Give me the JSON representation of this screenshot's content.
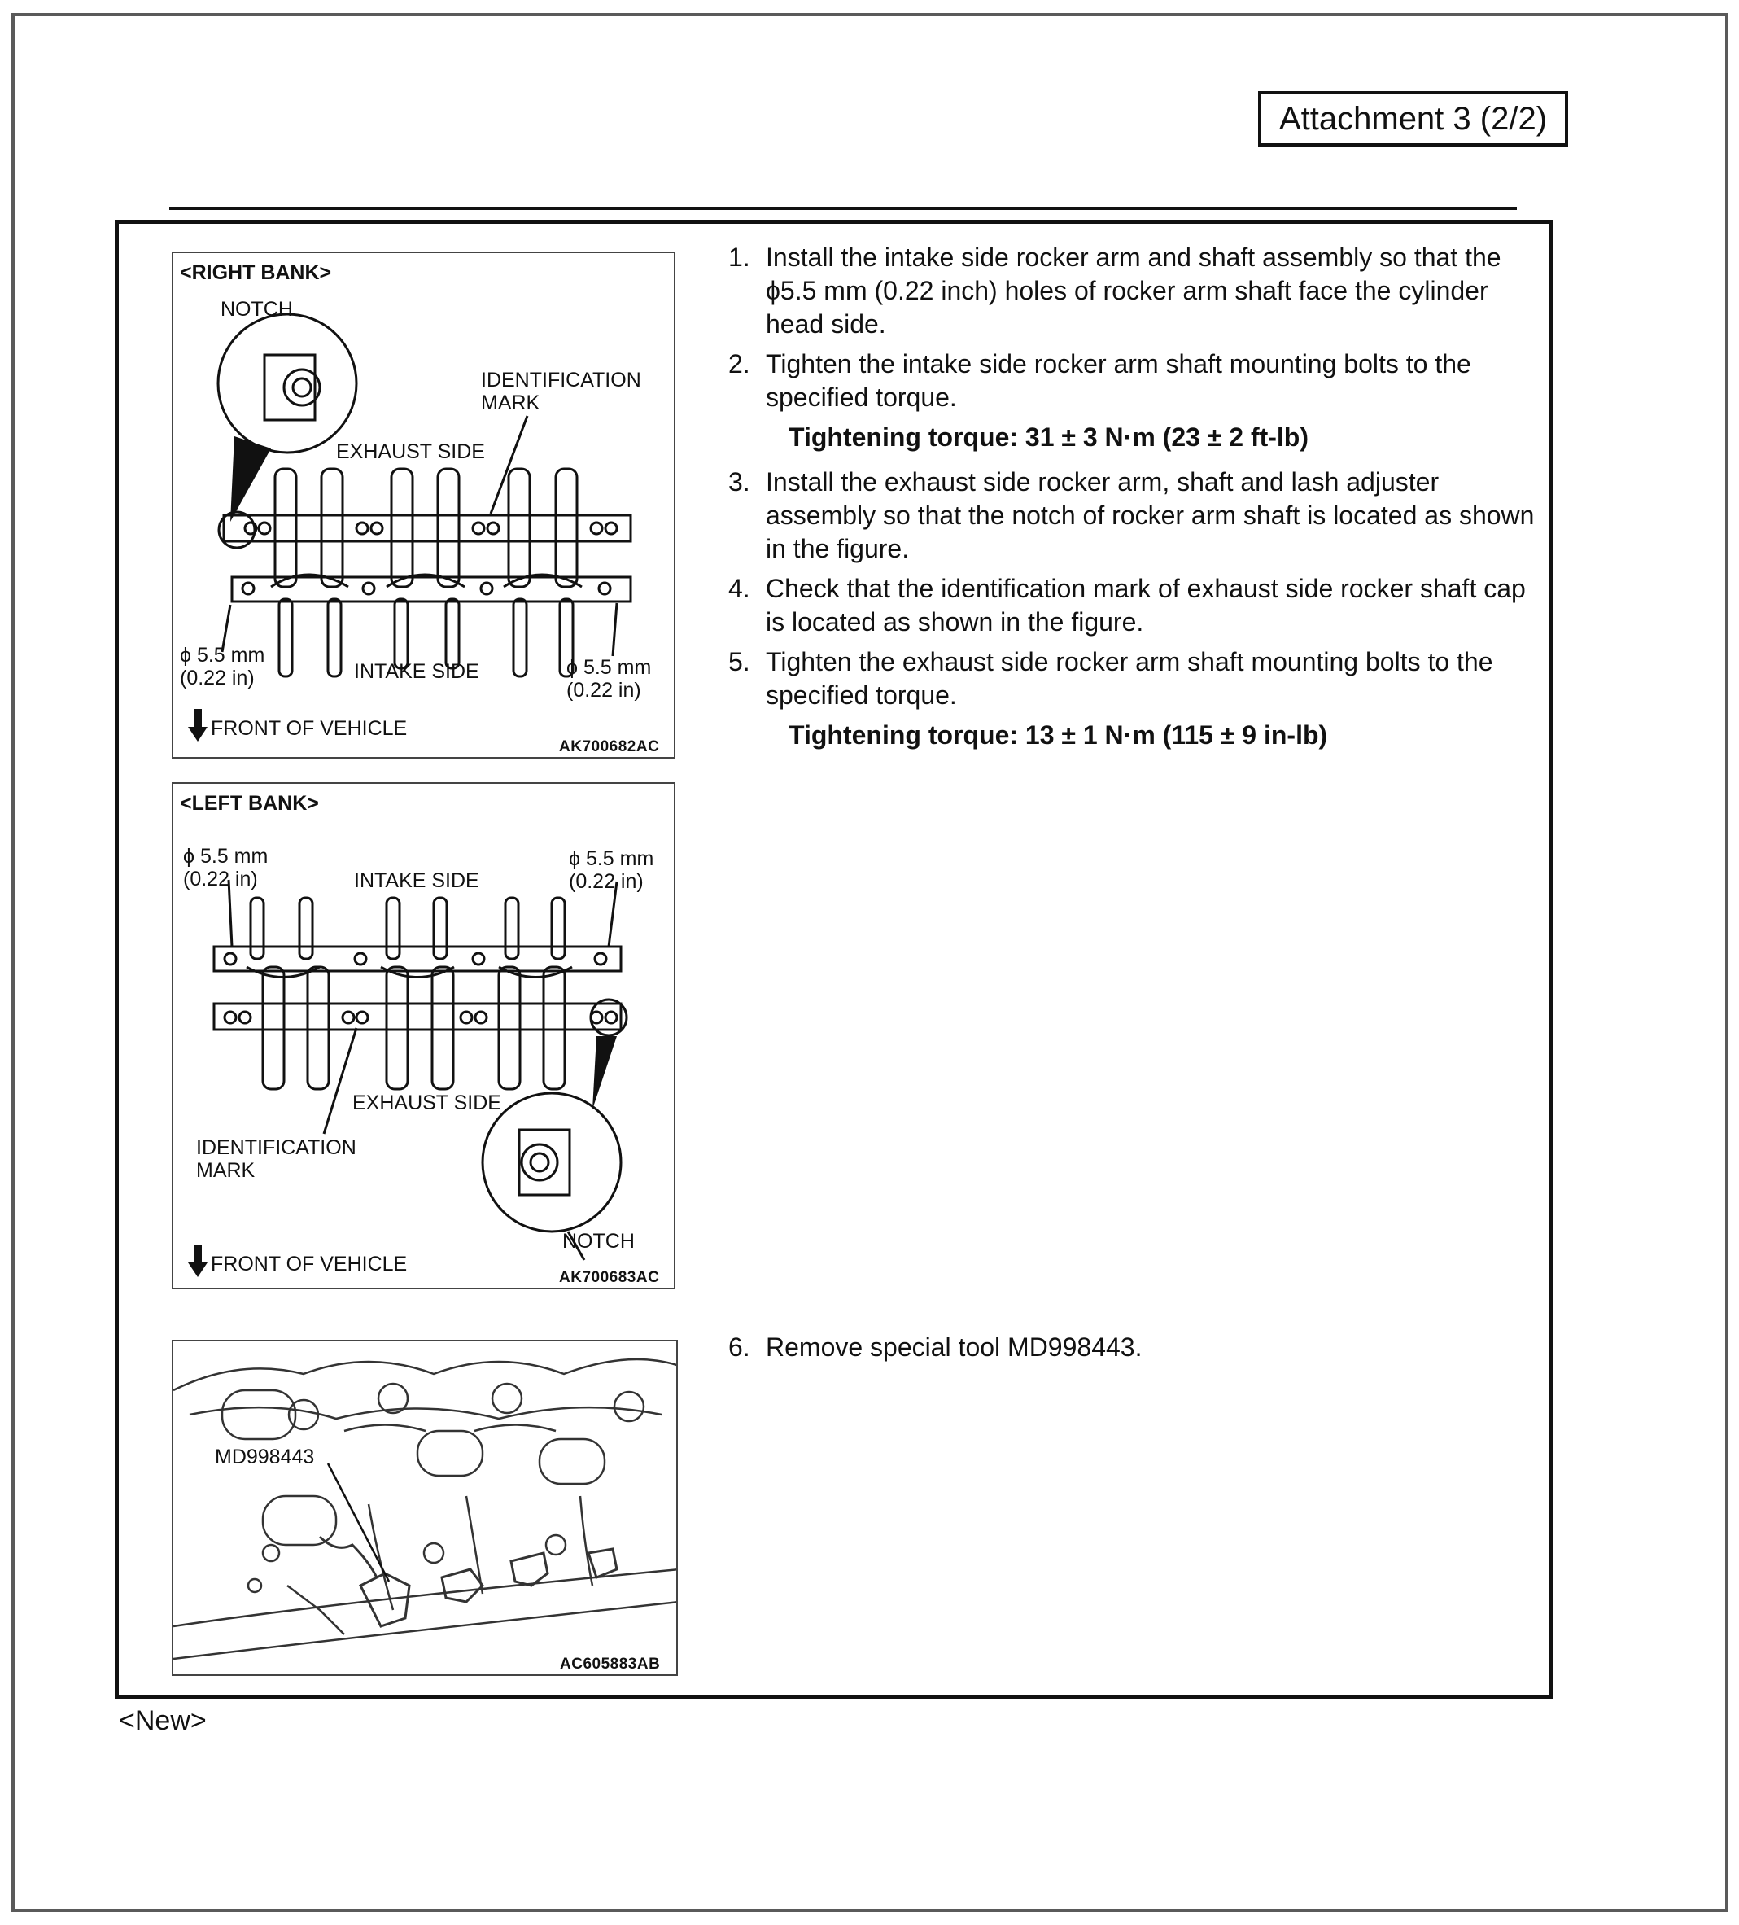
{
  "header": {
    "attachment_label": "Attachment 3 (2/2)"
  },
  "figures": {
    "right_bank": {
      "title": "<RIGHT BANK>",
      "notch": "NOTCH",
      "identification_mark": "IDENTIFICATION\nMARK",
      "exhaust_side": "EXHAUST SIDE",
      "intake_side": "INTAKE SIDE",
      "hole_left": "ϕ 5.5 mm\n(0.22 in)",
      "hole_right": "ϕ 5.5 mm\n(0.22 in)",
      "front": "FRONT OF VEHICLE",
      "code": "AK700682AC"
    },
    "left_bank": {
      "title": "<LEFT BANK>",
      "hole_left": "ϕ 5.5 mm\n(0.22 in)",
      "hole_right": "ϕ 5.5 mm\n(0.22 in)",
      "intake_side": "INTAKE SIDE",
      "exhaust_side": "EXHAUST SIDE",
      "identification_mark": "IDENTIFICATION\nMARK",
      "notch": "NOTCH",
      "front": "FRONT OF VEHICLE",
      "code": "AK700683AC"
    },
    "tool": {
      "tool_label": "MD998443",
      "code": "AC605883AB"
    }
  },
  "steps": [
    {
      "number": "1.",
      "text": "Install the intake side rocker arm and shaft assembly so that the ϕ5.5 mm (0.22 inch) holes of rocker arm shaft face the cylinder head side."
    },
    {
      "number": "2.",
      "text": "Tighten the intake side rocker arm shaft mounting bolts to the specified torque.",
      "torque": "Tightening torque: 31 ± 3 N·m (23 ± 2 ft-lb)"
    },
    {
      "number": "3.",
      "text": "Install the exhaust side rocker arm, shaft and lash adjuster assembly so that the notch of rocker arm shaft is located as shown in the figure."
    },
    {
      "number": "4.",
      "text": "Check that the identification mark of exhaust side rocker shaft cap is located as shown in the figure."
    },
    {
      "number": "5.",
      "text": "Tighten the exhaust side rocker arm shaft mounting bolts to the specified torque.",
      "torque": "Tightening torque: 13 ± 1 N·m (115 ± 9 in-lb)"
    },
    {
      "number": "6.",
      "text": "Remove special tool MD998443."
    }
  ],
  "footer": {
    "new_label": "<New>"
  }
}
